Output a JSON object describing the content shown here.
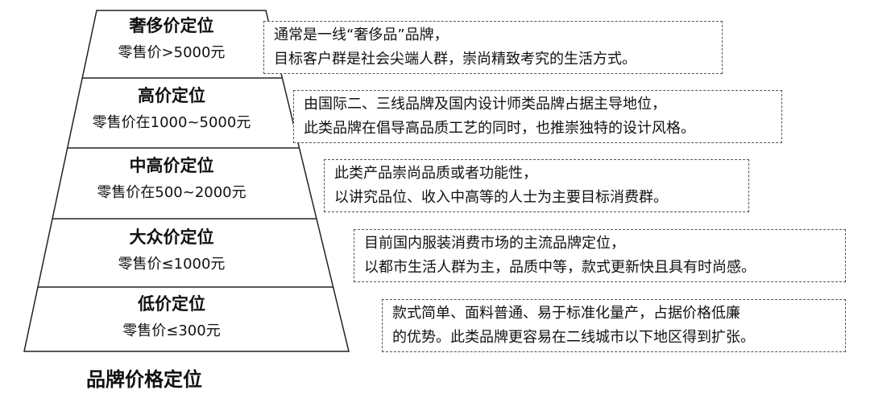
{
  "levels": [
    {
      "title": "奢侈价定位",
      "price": "零售价>5000元",
      "desc": [
        "通常是一线“奢侈品”品牌，",
        "目标客户群是社会尖端人群，崇尚精致考究的生活方式。"
      ]
    },
    {
      "title": "高价定位",
      "price": "零售价在1000~5000元",
      "desc": [
        "由国际二、三线品牌及国内设计师类品牌占据主导地位，",
        "此类品牌在倡导高品质工艺的同时，也推崇独特的设计风格。"
      ]
    },
    {
      "title": "中高价定位",
      "price": "零售价在500~2000元",
      "desc": [
        "此类产品崇尚品质或者功能性，",
        "以讲究品位、收入中高等的人士为主要目标消费群。"
      ]
    },
    {
      "title": "大众价定位",
      "price": "零售价≤1000元",
      "desc": [
        "目前国内服装消费市场的主流品牌定位，",
        "以都市生活人群为主，品质中等，款式更新快且具有时尚感。"
      ]
    },
    {
      "title": "低价定位",
      "price": "零售价≤300元",
      "desc": [
        "款式简单、面料普通、易于标准化量产，占据价格低廉",
        "的优势。此类品牌更容易在二线城市以下地区得到扩张。"
      ]
    }
  ],
  "caption": "品牌价格定位"
}
